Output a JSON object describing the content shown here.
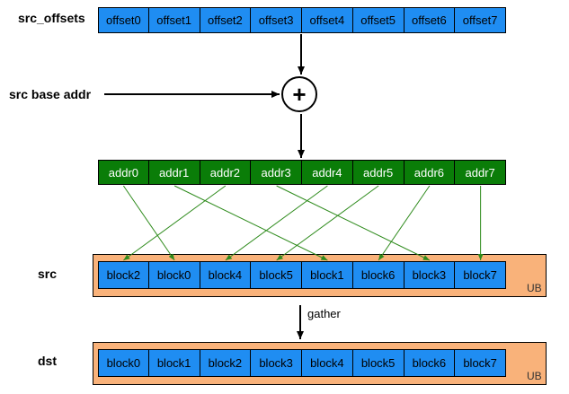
{
  "labels": {
    "src_offsets": "src_offsets",
    "src_base_addr": "src base addr",
    "src": "src",
    "dst": "dst",
    "gather": "gather",
    "ub": "UB",
    "plus": "+"
  },
  "offsets": [
    "offset0",
    "offset1",
    "offset2",
    "offset3",
    "offset4",
    "offset5",
    "offset6",
    "offset7"
  ],
  "addrs": [
    "addr0",
    "addr1",
    "addr2",
    "addr3",
    "addr4",
    "addr5",
    "addr6",
    "addr7"
  ],
  "src_blocks": [
    "block2",
    "block0",
    "block4",
    "block5",
    "block1",
    "block6",
    "block3",
    "block7"
  ],
  "dst_blocks": [
    "block0",
    "block1",
    "block2",
    "block3",
    "block4",
    "block5",
    "block6",
    "block7"
  ],
  "addr_to_src_slot": [
    1,
    4,
    0,
    6,
    2,
    3,
    5,
    7
  ],
  "colors": {
    "offset_fill": "#1f8df2",
    "addr_fill": "#0a7d08",
    "block_fill": "#1f8df2",
    "ub_fill": "#f9b27a",
    "mapping_line": "#2e8b1c"
  }
}
